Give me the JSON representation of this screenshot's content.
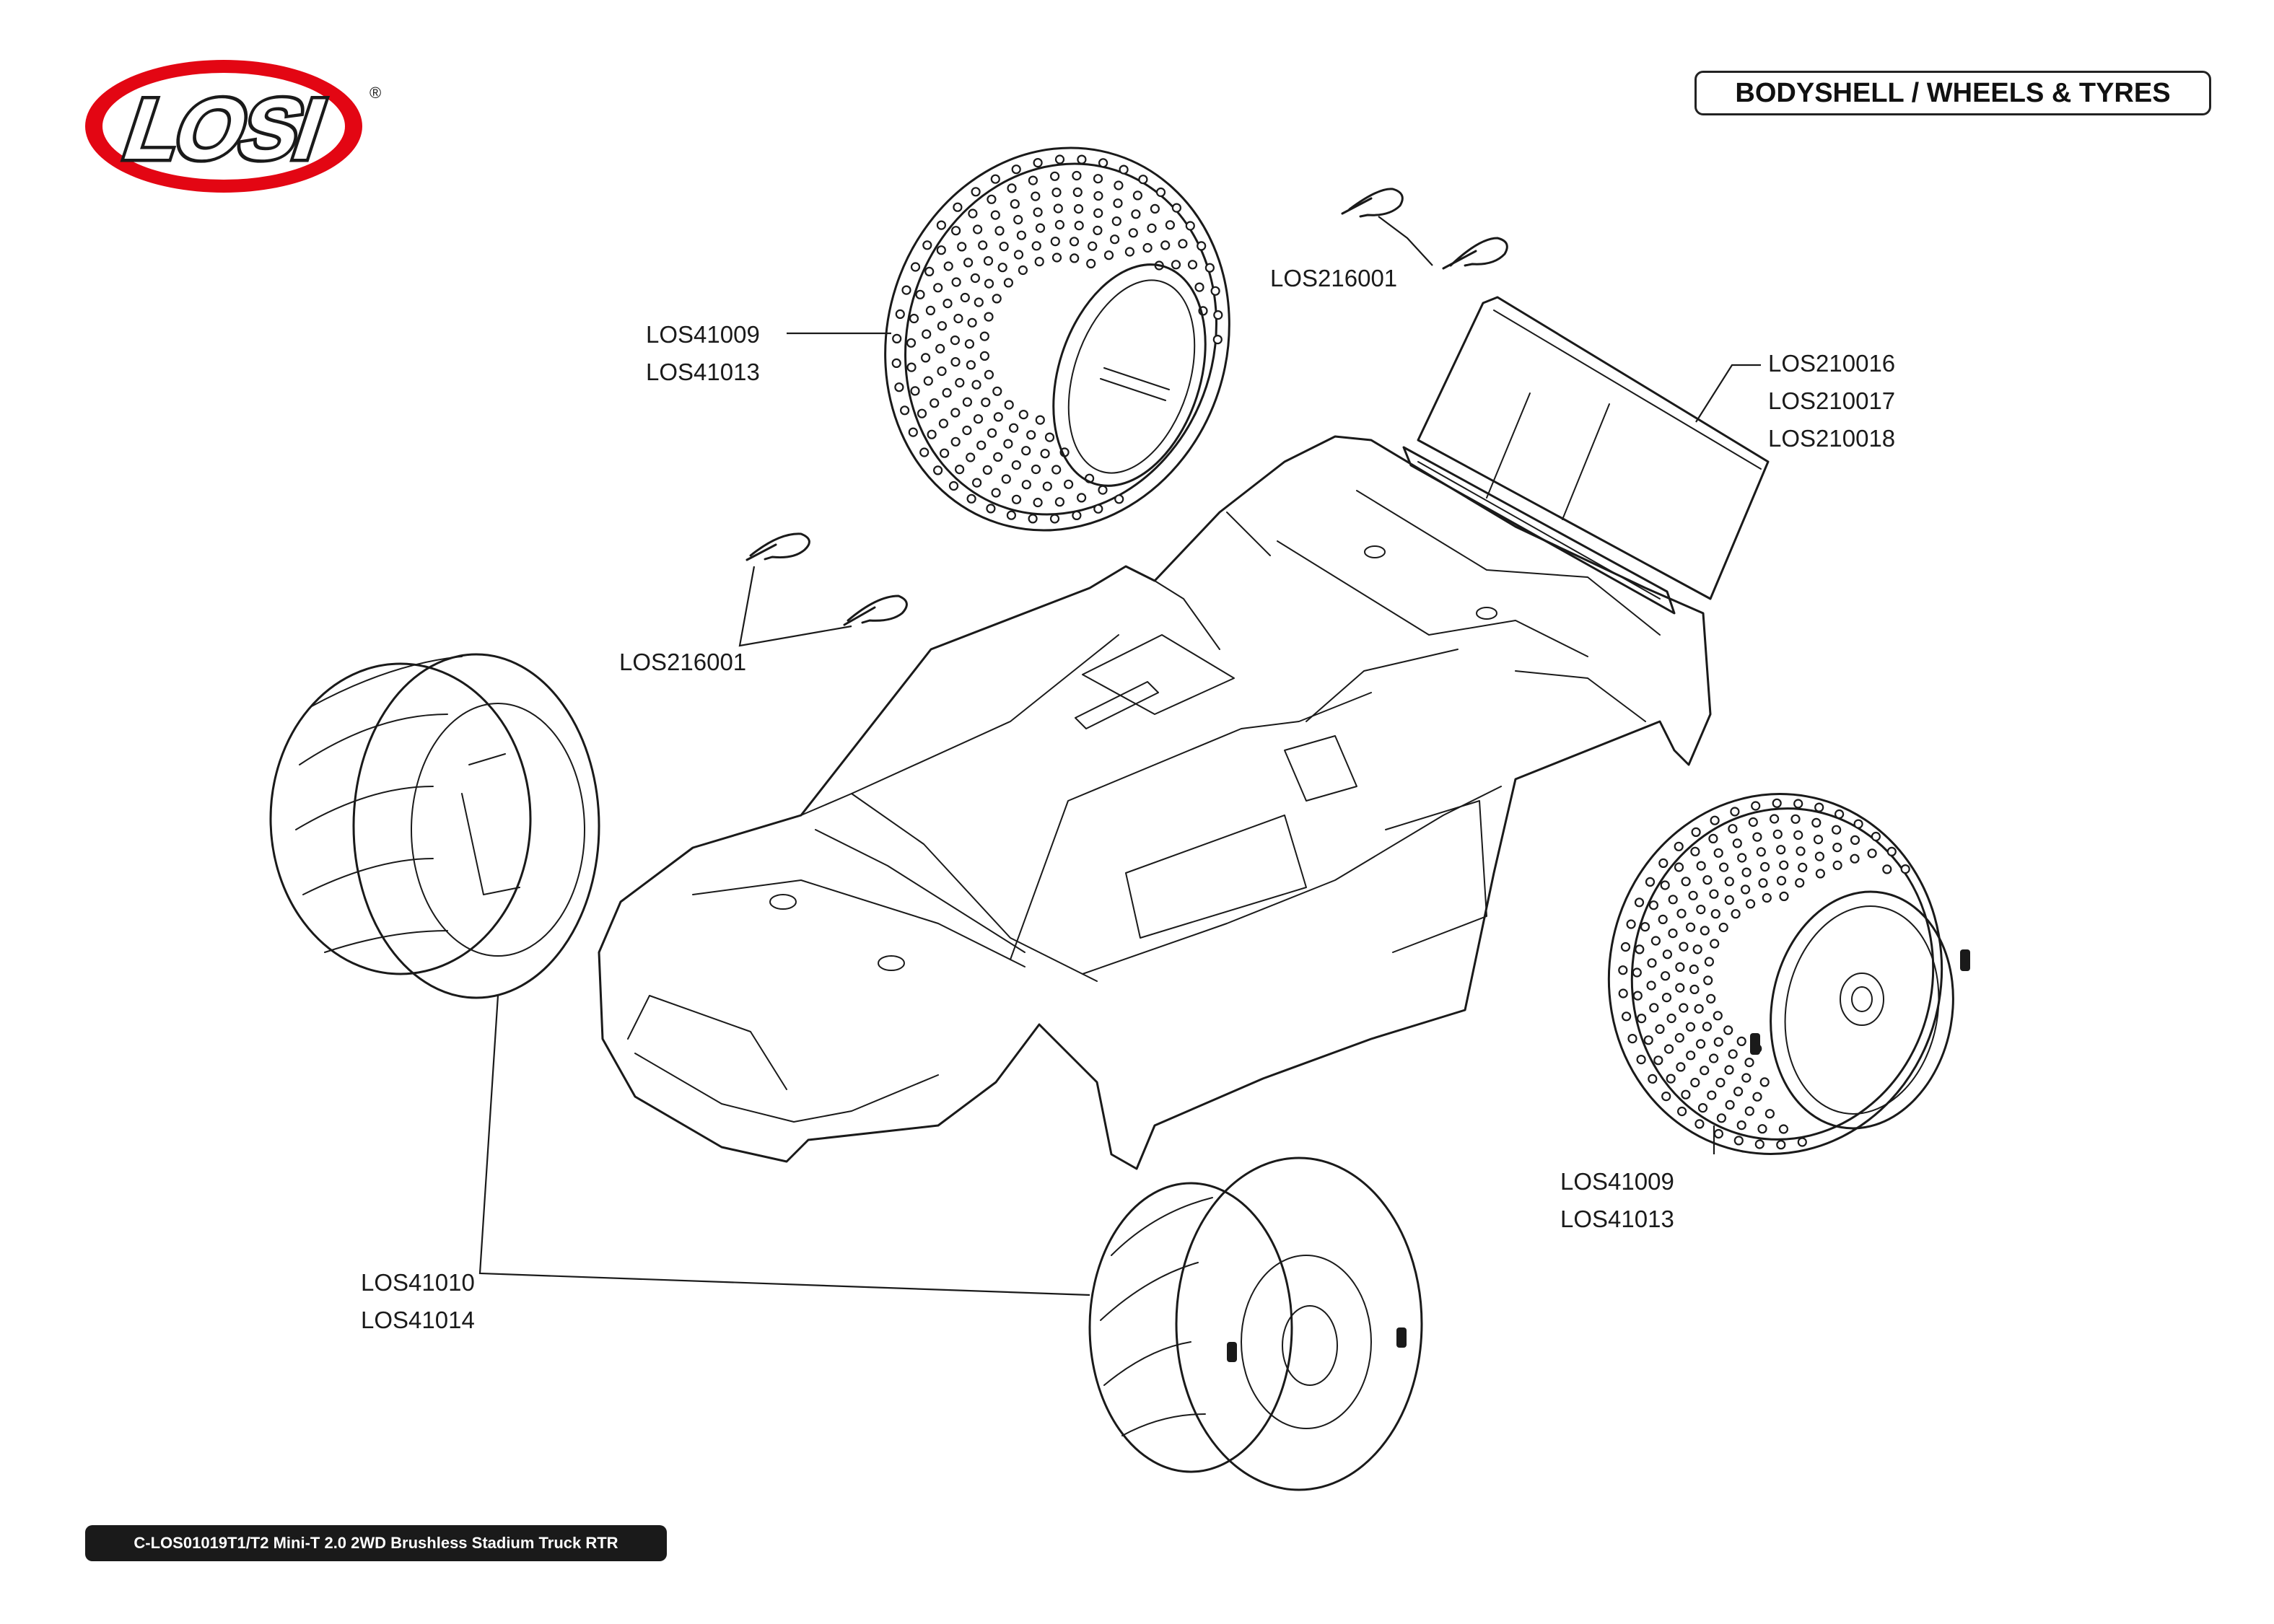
{
  "header": {
    "logo_text": "LOSI",
    "title": "BODYSHELL / WHEELS & TYRES"
  },
  "footer": {
    "caption": "C-LOS01019T1/T2 Mini-T 2.0 2WD Brushless Stadium Truck RTR"
  },
  "callouts": {
    "rear_tyre_top": [
      "LOS41009",
      "LOS41013"
    ],
    "body_clips_top": "LOS216001",
    "wing": [
      "LOS210016",
      "LOS210017",
      "LOS210018"
    ],
    "body_clips_left": "LOS216001",
    "front_tyres": [
      "LOS41010",
      "LOS41014"
    ],
    "rear_tyre_right": [
      "LOS41009",
      "LOS41013"
    ]
  },
  "colors": {
    "logo_red": "#e30613",
    "ink": "#1a1a1a",
    "footer_bg": "#1a1a1a"
  }
}
